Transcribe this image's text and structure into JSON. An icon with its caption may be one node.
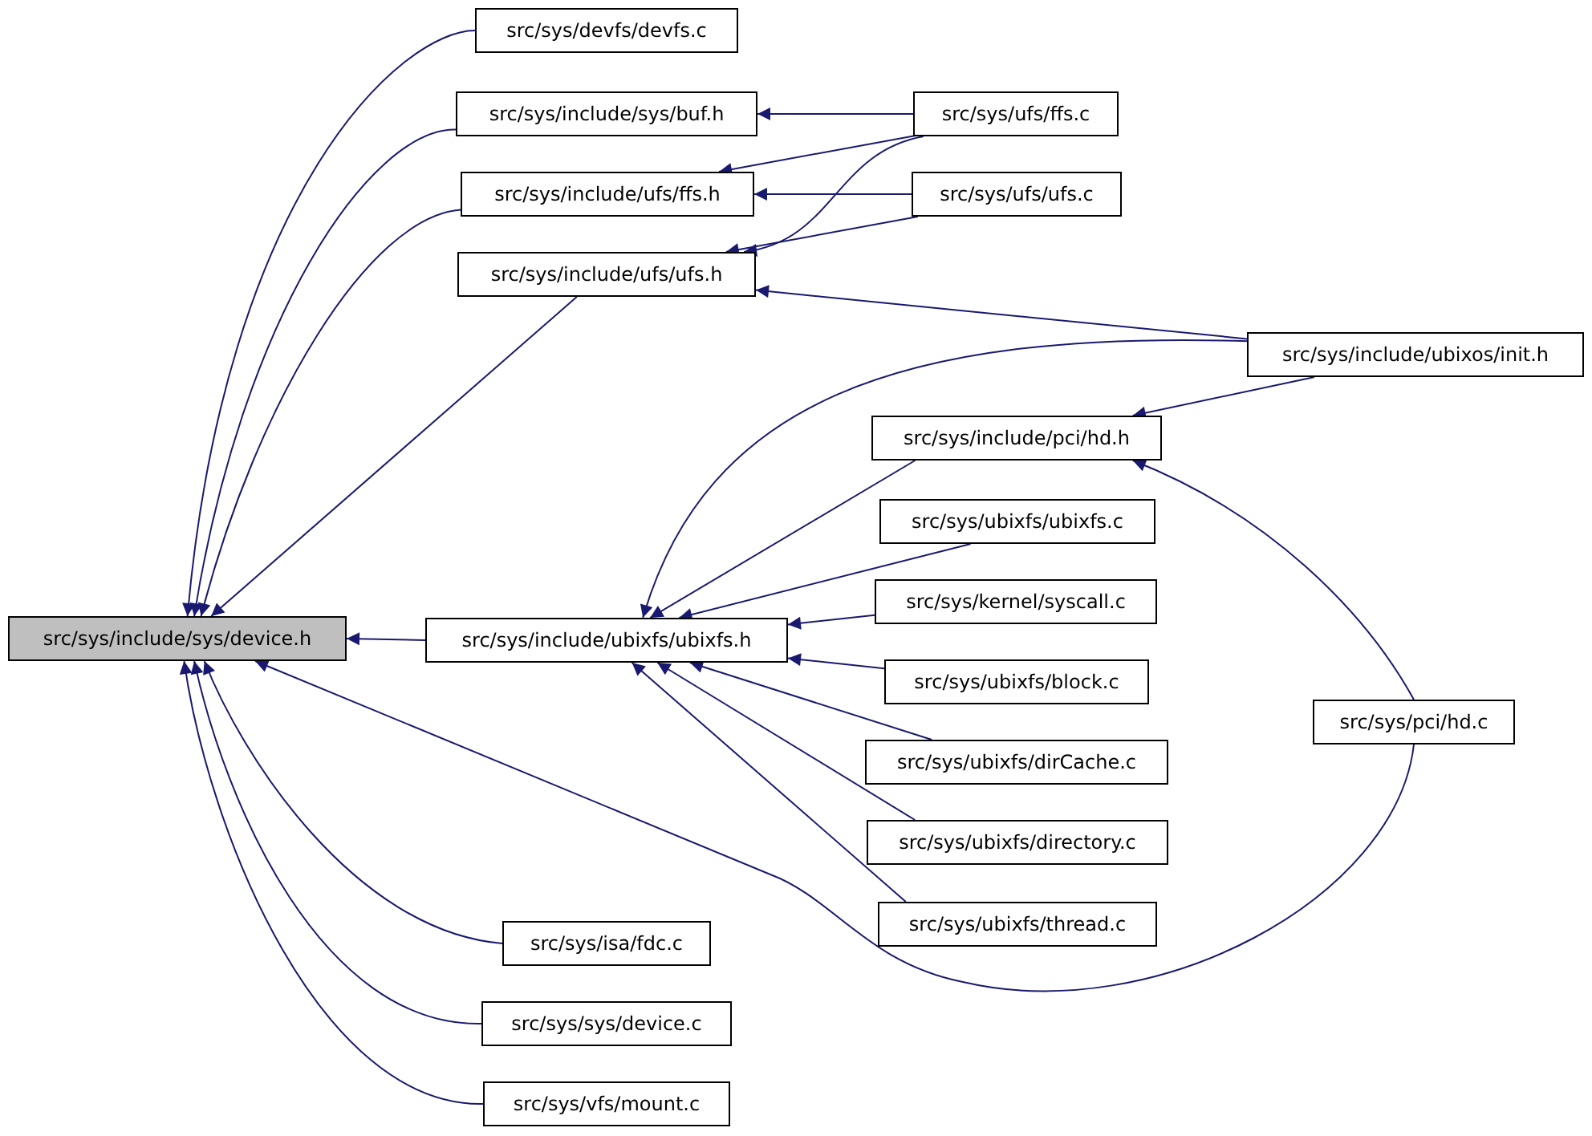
{
  "diagram": {
    "nodes": [
      {
        "text": [
          "src/sys/include/sys/device.h"
        ]
      },
      {
        "text": [
          "src/sys/devfs/devfs.c"
        ]
      },
      {
        "text": [
          "src/sys/include/sys/buf.h"
        ]
      },
      {
        "text": [
          "src/sys/include/ufs/ffs.h"
        ]
      },
      {
        "text": [
          "src/sys/include/ufs/ufs.h"
        ]
      },
      {
        "text": [
          "src/sys/ufs/ffs.c"
        ]
      },
      {
        "text": [
          "src/sys/ufs/ufs.c"
        ]
      },
      {
        "text": [
          "src/sys/include/ubixos/init.h"
        ]
      },
      {
        "text": [
          "src/sys/include/pci/hd.h"
        ]
      },
      {
        "text": [
          "src/sys/include/ubixfs/ubixfs.h"
        ]
      },
      {
        "text": [
          "src/sys/ubixfs/ubixfs.c"
        ]
      },
      {
        "text": [
          "src/sys/kernel/syscall.c"
        ]
      },
      {
        "text": [
          "src/sys/ubixfs/block.c"
        ]
      },
      {
        "text": [
          "src/sys/ubixfs/dirCache.c"
        ]
      },
      {
        "text": [
          "src/sys/ubixfs/directory.c"
        ]
      },
      {
        "text": [
          "src/sys/ubixfs/thread.c"
        ]
      },
      {
        "text": [
          "src/sys/pci/hd.c"
        ]
      },
      {
        "text": [
          "src/sys/isa/fdc.c"
        ]
      },
      {
        "text": [
          "src/sys/sys/device.c"
        ]
      },
      {
        "text": [
          "src/sys/vfs/mount.c"
        ]
      }
    ],
    "edges": [
      {
        "from": 1,
        "to": 0,
        "arrow": "to"
      },
      {
        "from": 2,
        "to": 0,
        "arrow": "to"
      },
      {
        "from": 3,
        "to": 0,
        "arrow": "to"
      },
      {
        "from": 4,
        "to": 0,
        "arrow": "to"
      },
      {
        "from": 9,
        "to": 0,
        "arrow": "to"
      },
      {
        "from": 16,
        "to": 0,
        "arrow": "to"
      },
      {
        "from": 17,
        "to": 0,
        "arrow": "to"
      },
      {
        "from": 18,
        "to": 0,
        "arrow": "to"
      },
      {
        "from": 19,
        "to": 0,
        "arrow": "to"
      },
      {
        "from": 5,
        "to": 2,
        "arrow": "to"
      },
      {
        "from": 5,
        "to": 3,
        "arrow": "to"
      },
      {
        "from": 6,
        "to": 3,
        "arrow": "to"
      },
      {
        "from": 5,
        "to": 4,
        "arrow": "to"
      },
      {
        "from": 6,
        "to": 4,
        "arrow": "to"
      },
      {
        "from": 7,
        "to": 4,
        "arrow": "to"
      },
      {
        "from": 7,
        "to": 9,
        "arrow": "to"
      },
      {
        "from": 7,
        "to": 8,
        "arrow": "to"
      },
      {
        "from": 16,
        "to": 8,
        "arrow": "to"
      },
      {
        "from": 8,
        "to": 9,
        "arrow": "to"
      },
      {
        "from": 10,
        "to": 9,
        "arrow": "to"
      },
      {
        "from": 11,
        "to": 9,
        "arrow": "to"
      },
      {
        "from": 12,
        "to": 9,
        "arrow": "to"
      },
      {
        "from": 13,
        "to": 9,
        "arrow": "to"
      },
      {
        "from": 14,
        "to": 9,
        "arrow": "to"
      },
      {
        "from": 15,
        "to": 9,
        "arrow": "to"
      }
    ]
  }
}
